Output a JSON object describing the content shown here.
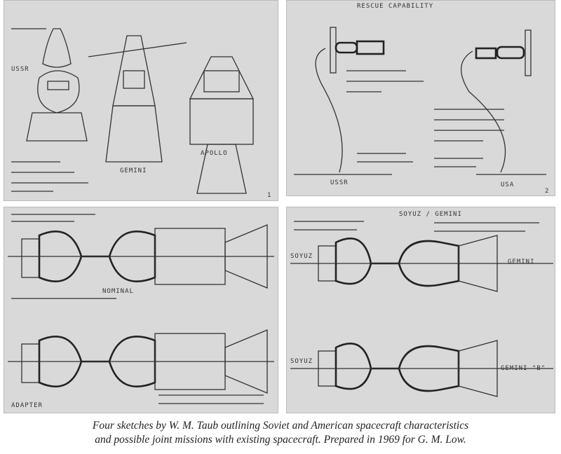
{
  "panels": [
    {
      "id": "1",
      "labels": {
        "left": "USSR",
        "mid": "GEMINI",
        "right": "APOLLO",
        "page": "1"
      }
    },
    {
      "id": "2",
      "heading": "RESCUE CAPABILITY",
      "labels": {
        "left": "USSR",
        "right": "USA",
        "page": "2"
      }
    },
    {
      "id": "3",
      "labels": {
        "mid": "NOMINAL",
        "bottom": "ADAPTER"
      }
    },
    {
      "id": "4",
      "heading": "SOYUZ / GEMINI",
      "labels": {
        "left": "SOYUZ",
        "right": "GEMINI",
        "left2": "SOYUZ",
        "right2": "GEMINI \"B\""
      }
    }
  ],
  "caption": {
    "line1": "Four sketches by W. M. Taub outlining Soviet and American spacecraft characteristics",
    "line2": "and possible joint missions with existing spacecraft. Prepared in 1969 for G. M. Low."
  },
  "colors": {
    "paper": "#d9d9d9",
    "ink": "#333333"
  }
}
